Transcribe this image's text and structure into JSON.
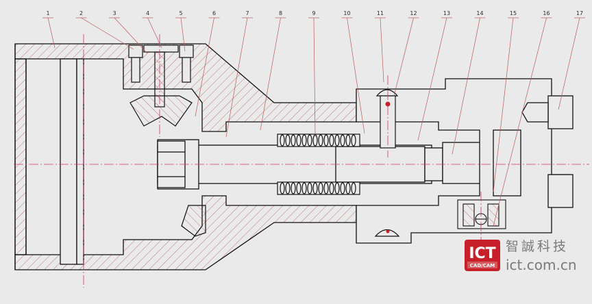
{
  "drawing": {
    "callouts": [
      "1",
      "2",
      "3",
      "4",
      "5",
      "6",
      "7",
      "8",
      "9",
      "10",
      "11",
      "12",
      "13",
      "14",
      "15",
      "16",
      "17"
    ]
  },
  "watermark": {
    "logo": "ICT",
    "logo_sub": "CAD/CAM",
    "chinese": "智誠科技",
    "url": "ict.com.cn",
    "accent_color": "#c8202a"
  }
}
